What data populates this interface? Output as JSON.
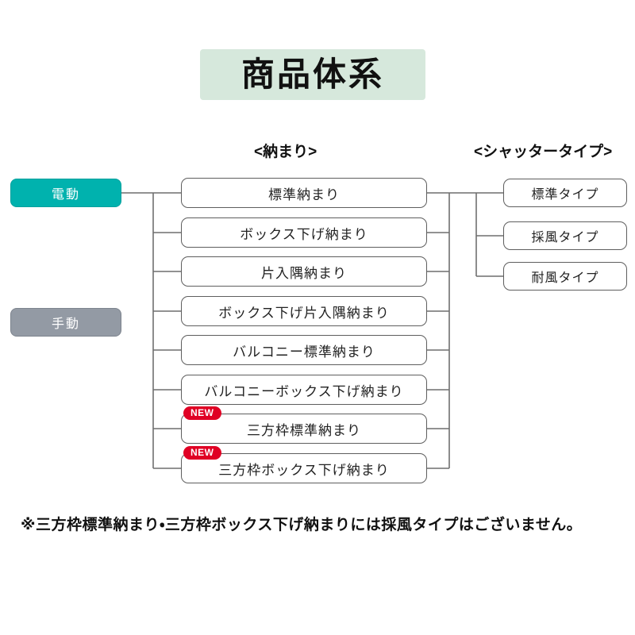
{
  "page": {
    "title": "商品体系",
    "background_color": "#ffffff"
  },
  "title_banner": {
    "label": "商品体系",
    "background_color": "#d6e8dc"
  },
  "column_headers": {
    "naomari": "<納まり>",
    "shutter_type": "<シャッタータイプ>"
  },
  "mode_buttons": [
    {
      "label": "電動",
      "color": "#00b2ae",
      "state": "active"
    },
    {
      "label": "手動",
      "color": "#939aa4",
      "state": "inactive"
    }
  ],
  "naomari_nodes": [
    {
      "label": "標準納まり",
      "badge": ""
    },
    {
      "label": "ボックス下げ納まり",
      "badge": ""
    },
    {
      "label": "片入隅納まり",
      "badge": ""
    },
    {
      "label": "ボックス下げ片入隅納まり",
      "badge": ""
    },
    {
      "label": "バルコニー標準納まり",
      "badge": ""
    },
    {
      "label": "バルコニーボックス下げ納まり",
      "badge": ""
    },
    {
      "label": "三方枠標準納まり",
      "badge": "NEW"
    },
    {
      "label": "三方枠ボックス下げ納まり",
      "badge": "NEW"
    }
  ],
  "shutter_type_nodes": [
    {
      "label": "標準タイプ"
    },
    {
      "label": "採風タイプ"
    },
    {
      "label": "耐風タイプ"
    }
  ],
  "badges": {
    "new_label": "NEW",
    "new_color": "#e00024"
  },
  "footnote": {
    "text": "※三方枠標準納まり・三方枠ボックス下げ納まりには採風タイプはございません。"
  }
}
